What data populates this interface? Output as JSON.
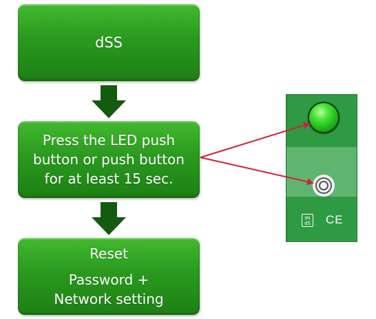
{
  "boxes": {
    "dss": {
      "label": "dSS"
    },
    "press": {
      "lines": [
        "Press the LED push",
        "button or push button",
        "for at least 15 sec."
      ]
    },
    "reset": {
      "title": "Reset",
      "lines": [
        "Password +",
        "Network setting"
      ]
    }
  },
  "device": {
    "logo_text": [
      "ds",
      "dS"
    ],
    "ce_mark": "CE"
  },
  "colors": {
    "box_green": "#2a9a1e",
    "arrow_dark_green": "#145a10",
    "connector_red": "#d0213a",
    "device_green": "#2e9a44",
    "led_green": "#4be23a"
  }
}
